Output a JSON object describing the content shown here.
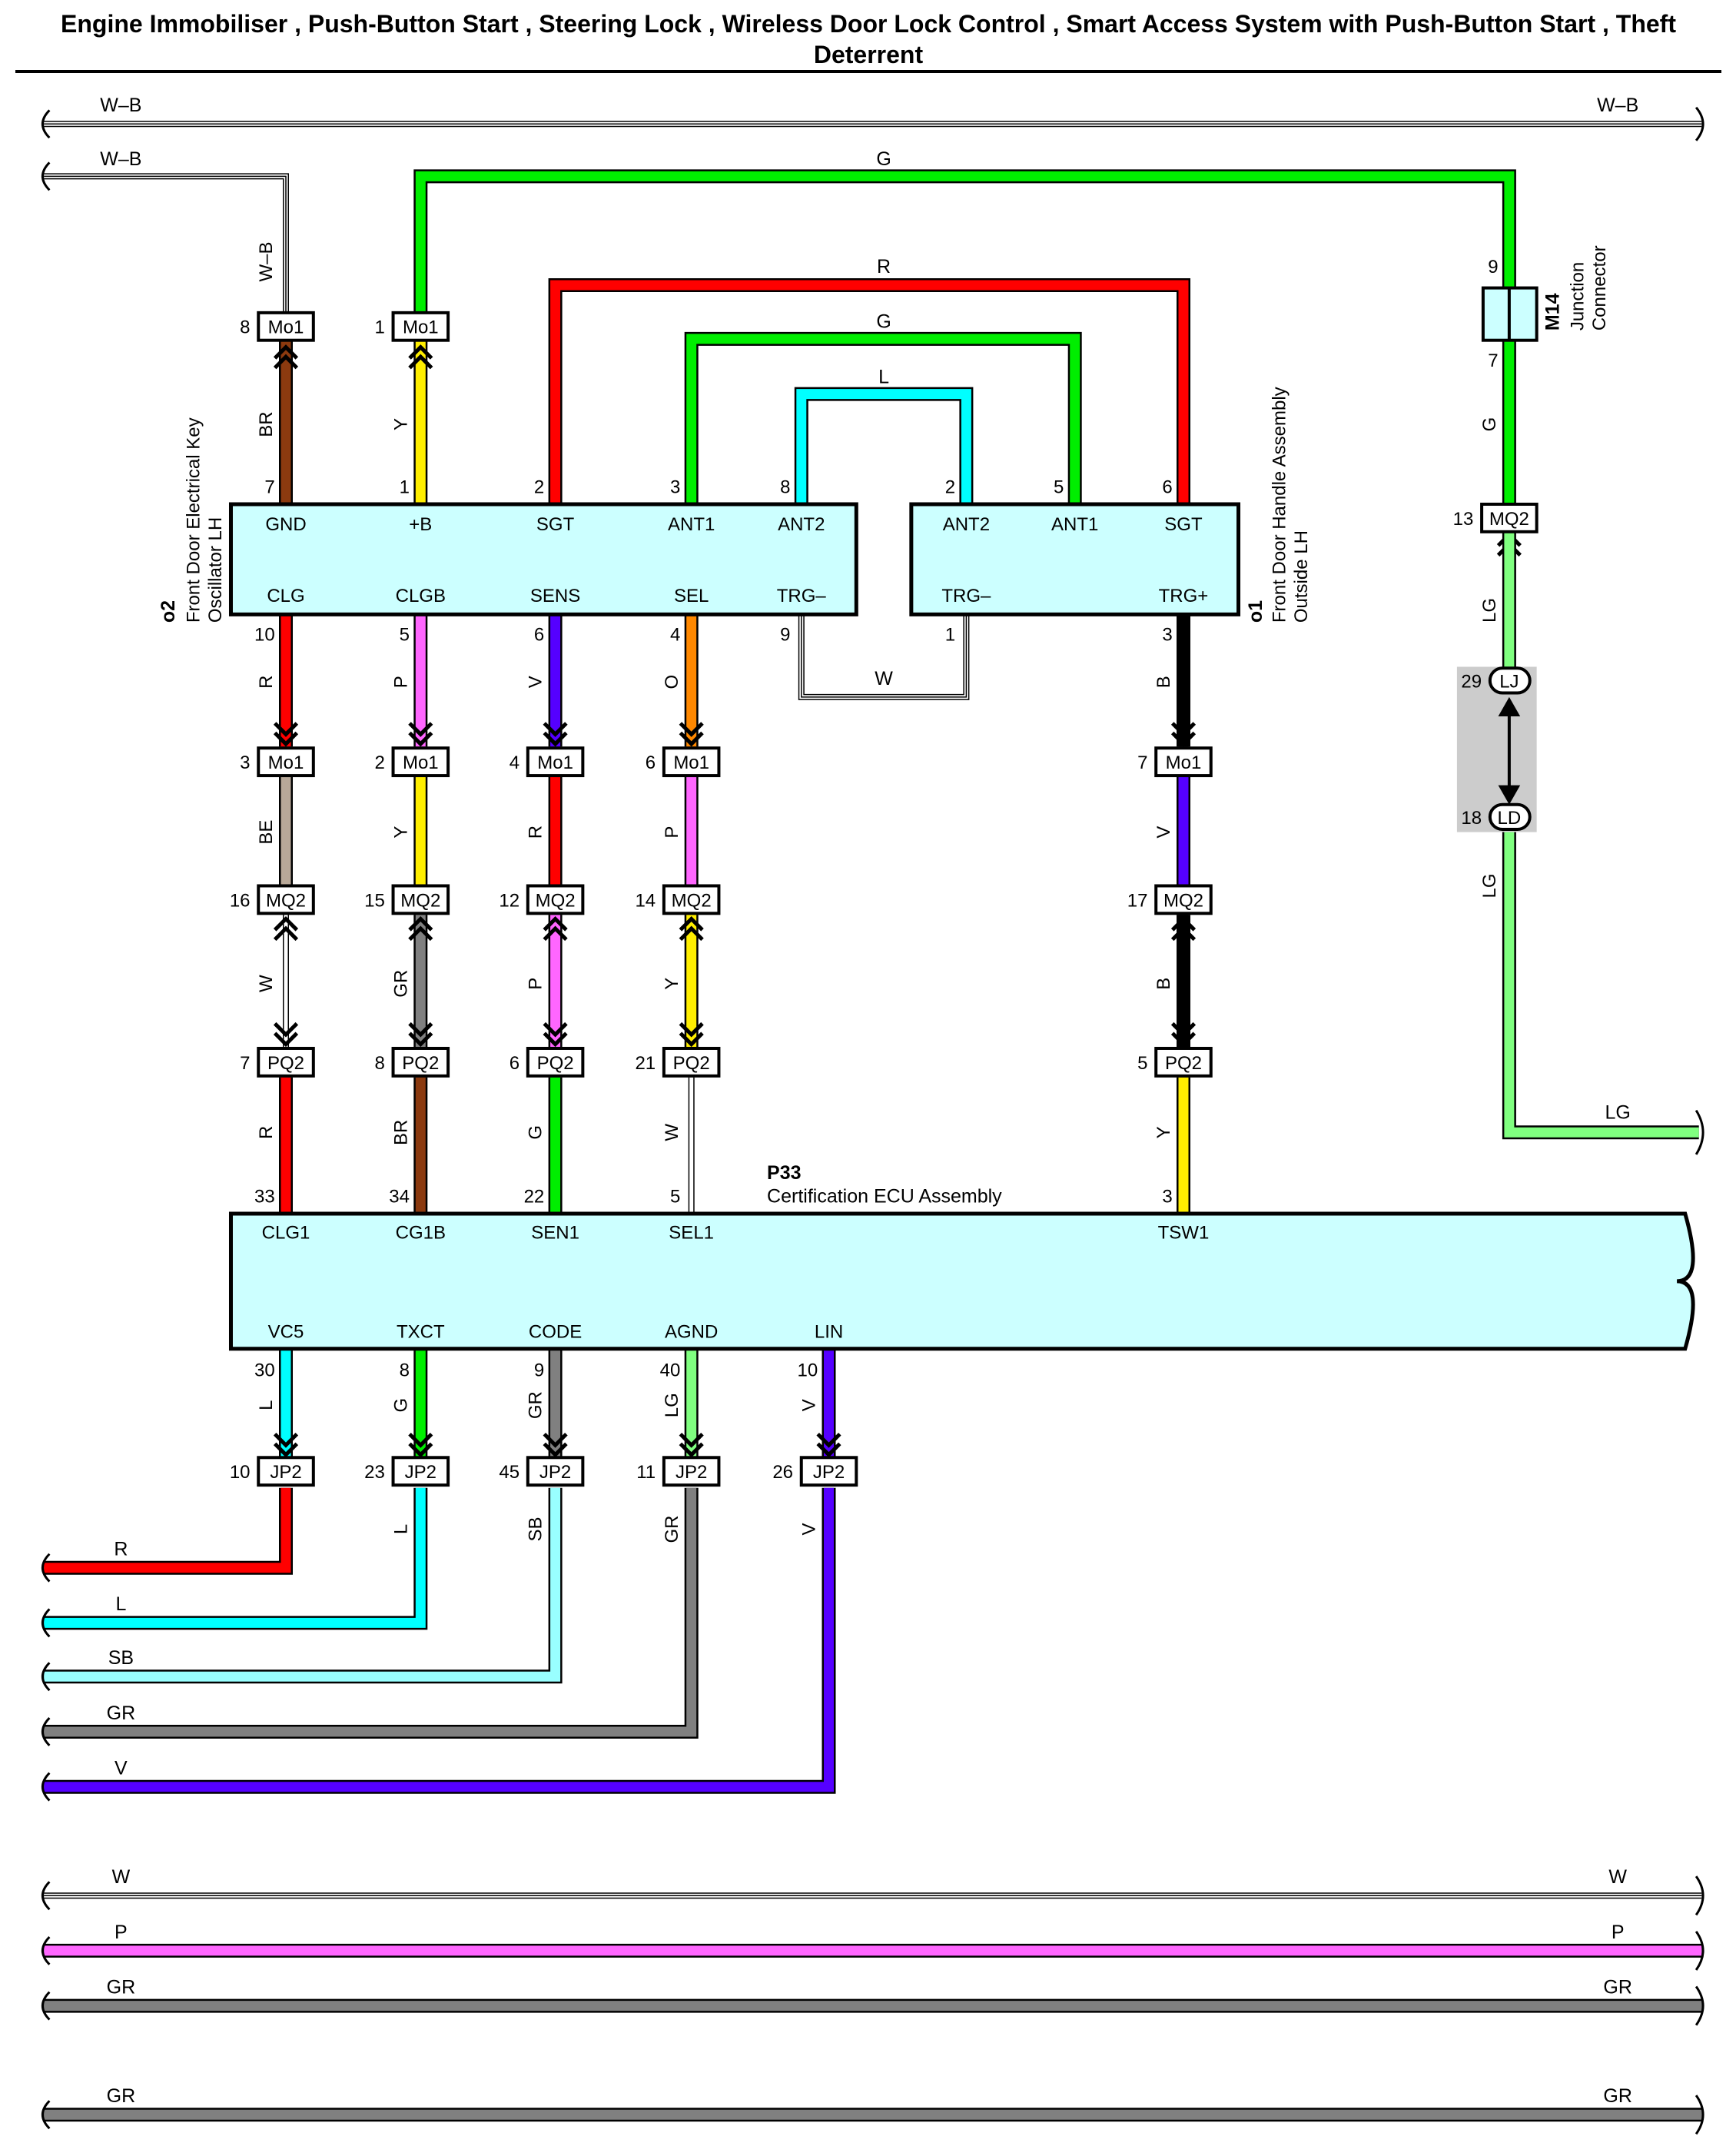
{
  "title": {
    "line1": "Engine Immobiliser , Push-Button Start , Steering Lock , Wireless Door Lock Control , Smart Access System with Push-Button Start , Theft",
    "line2": "Deterrent"
  },
  "colors": {
    "R": "#ff0000",
    "G": "#00ee00",
    "L": "#00ffff",
    "Y": "#ffee00",
    "BR": "#8b3a0f",
    "P": "#ff66ff",
    "V": "#5500ff",
    "O": "#ff8800",
    "BE": "#b8a898",
    "GR": "#808080",
    "B": "#000000",
    "W": "#ffffff",
    "LG": "#80ff80",
    "SB": "#99ffff",
    "box": "#ccffff",
    "highlight": "#cccccc"
  },
  "components": {
    "o2": {
      "id": "o2",
      "name1": "Front Door Electrical Key",
      "name2": "Oscillator LH",
      "top_pins": [
        "GND",
        "+B",
        "SGT",
        "ANT1",
        "ANT2"
      ],
      "top_nums": [
        "7",
        "1",
        "2",
        "3",
        "8"
      ],
      "bottom_pins": [
        "CLG",
        "CLGB",
        "SENS",
        "SEL",
        "TRG–"
      ],
      "bottom_nums": [
        "10",
        "5",
        "6",
        "4",
        "9"
      ]
    },
    "o1": {
      "id": "o1",
      "name1": "Front Door Handle Assembly",
      "name2": "Outside LH",
      "top_pins": [
        "ANT2",
        "ANT1",
        "SGT"
      ],
      "top_nums": [
        "2",
        "5",
        "6"
      ],
      "bottom_pins": [
        "TRG–",
        "TRG+"
      ],
      "bottom_nums": [
        "1",
        "3"
      ]
    },
    "p33": {
      "id": "P33",
      "name": "Certification ECU Assembly",
      "top_pins": [
        "CLG1",
        "CG1B",
        "SEN1",
        "SEL1",
        "TSW1"
      ],
      "top_nums": [
        "33",
        "34",
        "22",
        "5",
        "3"
      ],
      "bottom_pins": [
        "VC5",
        "TXCT",
        "CODE",
        "AGND",
        "LIN"
      ],
      "bottom_nums": [
        "30",
        "8",
        "9",
        "40",
        "10"
      ]
    },
    "m14": {
      "id": "M14",
      "name1": "Junction",
      "name2": "Connector",
      "pin_top": "9",
      "pin_bottom": "7"
    }
  },
  "connectors": {
    "mo1_top": [
      {
        "num": "8",
        "name": "Mo1"
      },
      {
        "num": "1",
        "name": "Mo1"
      }
    ],
    "mo1_row": [
      {
        "num": "3",
        "name": "Mo1"
      },
      {
        "num": "2",
        "name": "Mo1"
      },
      {
        "num": "4",
        "name": "Mo1"
      },
      {
        "num": "6",
        "name": "Mo1"
      },
      {
        "num": "7",
        "name": "Mo1"
      }
    ],
    "mq2_row": [
      {
        "num": "16",
        "name": "MQ2"
      },
      {
        "num": "15",
        "name": "MQ2"
      },
      {
        "num": "12",
        "name": "MQ2"
      },
      {
        "num": "14",
        "name": "MQ2"
      },
      {
        "num": "17",
        "name": "MQ2"
      }
    ],
    "pq2_row": [
      {
        "num": "7",
        "name": "PQ2"
      },
      {
        "num": "8",
        "name": "PQ2"
      },
      {
        "num": "6",
        "name": "PQ2"
      },
      {
        "num": "21",
        "name": "PQ2"
      },
      {
        "num": "5",
        "name": "PQ2"
      }
    ],
    "jp2_row": [
      {
        "num": "10",
        "name": "JP2"
      },
      {
        "num": "23",
        "name": "JP2"
      },
      {
        "num": "45",
        "name": "JP2"
      },
      {
        "num": "11",
        "name": "JP2"
      },
      {
        "num": "26",
        "name": "JP2"
      }
    ],
    "mq2_right": {
      "num": "13",
      "name": "MQ2"
    },
    "lj": {
      "num": "29",
      "name": "LJ"
    },
    "ld": {
      "num": "18",
      "name": "LD"
    }
  },
  "wire_labels": {
    "bus_top": [
      "W–B",
      "W–B",
      "W–B"
    ],
    "g_top": "G",
    "r_arch": "R",
    "g_arch": "G",
    "l_arch": "L",
    "w_loop": "W",
    "o2_top_wires": [
      "W–B",
      "Y"
    ],
    "o2_up_wires": [
      "BR",
      "Y"
    ],
    "seg1": [
      "R",
      "P",
      "V",
      "O",
      "B"
    ],
    "seg2": [
      "BE",
      "Y",
      "R",
      "P",
      "V"
    ],
    "seg3": [
      "W",
      "GR",
      "P",
      "Y",
      "B"
    ],
    "seg4": [
      "R",
      "BR",
      "G",
      "W",
      "Y"
    ],
    "seg5": [
      "L",
      "G",
      "GR",
      "LG",
      "V"
    ],
    "seg6": [
      "L",
      "SB",
      "GR",
      "V"
    ],
    "right_wires": [
      "G",
      "LG",
      "LG",
      "LG"
    ],
    "bottom_left": [
      "R",
      "L",
      "SB",
      "GR",
      "V"
    ],
    "bottom_bus": [
      "W",
      "W",
      "P",
      "P",
      "GR",
      "GR",
      "GR",
      "GR"
    ]
  }
}
